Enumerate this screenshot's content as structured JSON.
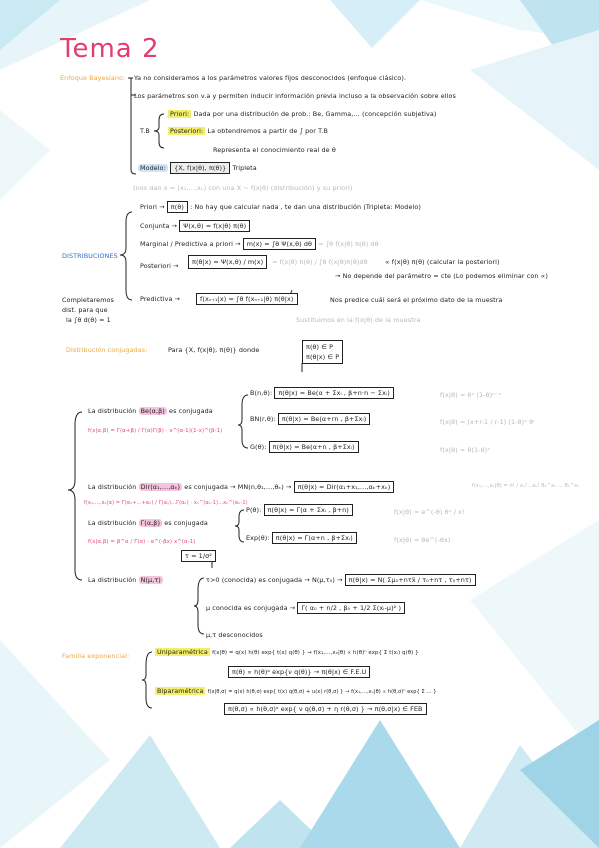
{
  "title": "Tema 2",
  "sec1": {
    "label": "Enfoque Bayesiano:",
    "line1": "Ya no consideramos a los parámetros valores fijos desconocidos (enfoque clásico).",
    "line2": "Los parámetros son v.a y permiten inducir información previa incluso a la observación sobre ellos",
    "tb": "T.B",
    "priori_label": "Priori:",
    "priori_text": "Dada por una distribución de prob.: Be, Gamma,...  (concepción subjetiva)",
    "post_label": "Posteriori:",
    "post_text": "La obtendremos a partir de ∫ por T.B",
    "represent": "Representa el conocimiento real de θ",
    "modelo_label": "Modelo:",
    "modelo_box": "{X, f(x|θ), π(θ)}",
    "modelo_tail": "Tripleta",
    "gray_line": "(nos dan  x = (x₁,...,xₙ)  con una  X ~ f(x|θ) (distribución) y su priori)"
  },
  "dist": {
    "label": "DISTRIBUCIONES",
    "priori": "Priori →",
    "priori_box": "π(θ)",
    "priori_text": ": No hay que calcular nada , te dan una distribución (Tripleta: Modelo)",
    "conjunta": "Conjunta →",
    "conjunta_box": "Ψ(x,θ) = f(x|θ) π(θ)",
    "marginal": "Marginal / Predictiva a priori →",
    "marginal_box": "m(x) = ∫θ Ψ(x,θ) dθ",
    "marginal_gray": "= ∫θ f(x|θ) π(θ) dθ",
    "post": "Posteriori →",
    "post_box": "π(θ|x) = Ψ(x,θ) / m(x)",
    "post_gray": "= f(x|θ) π(θ) / ∫θ f(x|θ)π(θ)dθ",
    "post_note1": "∝ f(x|θ) π(θ)  (calcular la posteriori)",
    "post_note2": "→ No depende del parámetro = cte (Lo podemos eliminar con ∝)",
    "pred": "Predictiva →",
    "pred_box": "f(xₙ₊₁|x) = ∫θ f(xₙ₊₁|θ) π(θ|x)",
    "pred_text": "Nos predice cuál será el próximo dato de la muestra",
    "pred_gray": "Sustituimos en la f(x|θ) de la muestra",
    "left_note1": "Completaremos",
    "left_note2": "dist. para que",
    "left_note3": "la ∫θ d(θ) = 1"
  },
  "conj": {
    "label": "Distribución conjugadas:",
    "text": "Para {X, f(x|θ), π(θ)} donde",
    "stack1": "π(θ) ∈ P",
    "stack2": "π(θ|x) ∈ P",
    "beta_pre": "La distribución",
    "beta_name": "Be(α,β)",
    "beta_post": "es conjugada",
    "beta_formula": "f(x|α,β) = Γ(α+β) / Γ(α)Γ(β) · x^(α-1)(1-x)^(β-1)",
    "b1_lab": "B(n,θ):",
    "b1_box": "π(θ|x) = Be(α + Σxᵢ , β+n·n − Σxᵢ)",
    "b1_gray": "f(x|θ) = θˣ (1-θ)ⁿ⁻ˣ",
    "b2_lab": "BN(r,θ):",
    "b2_box": "π(θ|x) = Be(α+rn , β+Σxᵢ)",
    "b2_gray": "f(x|θ) = (x+r-1 / r-1) (1-θ)ˣ θʳ",
    "b3_lab": "G(θ):",
    "b3_box": "π(θ|x) = Be(α+n , β+Σxᵢ)",
    "b3_gray": "f(x|θ) = θ(1-θ)ˣ",
    "dir_pre": "La distribución",
    "dir_name": "Dir(α₁,...,αₖ)",
    "dir_post": "es conjugada →",
    "dir_mid": "MN(n,θ₁,...,θₖ)",
    "dir_box": "π(θ|x) = Dir(α₁+x₁,...,αₖ+xₖ)",
    "dir_gray": "f(x₁,...,xₖ|θ) = n! / x₁!...xₖ! θ₁^x₁ ... θₖ^xₖ",
    "dir_formula": "f(x₁,...,xₖ|α) = Γ(α₁+...+αₖ) / Γ(α₁)...Γ(αₖ) · x₁^(α₁-1)...xₖ^(αₖ-1)",
    "gam_pre": "La distribución",
    "gam_name": "Γ(α,β)",
    "gam_post": "es conjugada",
    "gam_formula": "f(x|α,β) = β^α / Γ(α) · e^(-βx) x^(α-1)",
    "g1_lab": "P(θ):",
    "g1_box": "π(θ|x) = Γ(α + Σxᵢ , β+n)",
    "g1_gray": "f(x|θ) = e^(-θ) θˣ / x!",
    "g2_lab": "Exp(θ):",
    "g2_box": "π(θ|x) = Γ(α+n , β+Σxᵢ)",
    "g2_gray": "f(x|θ) = θe^(-θx)",
    "tau_box": "τ = 1/σ²",
    "norm_pre": "La distribución",
    "norm_name": "N(μ,τ)",
    "norm1": "τ>0 (conocida) es conjugada →",
    "norm1_mid": "N(μ,τ₀)",
    "norm1_box": "π(θ|x) = N( Σμ₀+nτx̄ / τ₀+nτ , τ₀+nτ)",
    "norm2": "μ conocida es conjugada →",
    "norm2_box": "Γ( α₀ + n/2 , β₀ + 1/2 Σ(xᵢ-μ)² )",
    "norm3": "μ,τ desconocidos"
  },
  "fam": {
    "label": "Familia exponencial:",
    "uni": "Uniparamétrica",
    "uni_f1": "f(x|θ) = q(x) h(θ) exp{ t(x) q(θ) } → f(x₁,...,xₙ|θ) ∝ h(θ)ⁿ exp{ Σ t(xᵢ) q(θ) }",
    "uni_box": "π(θ) ∝ h(θ)ᵃ exp{ν q(θ)} → π(θ|x) ∈ F.E.U",
    "bi": "Biparamétrica",
    "bi_f1": "f(x|θ,σ) = q(x) h(θ,σ) exp{ t(x) q(θ,σ) + u(x) r(θ,σ) } → f(x₁,...,xₙ|θ) ∝ h(θ,σ)ⁿ exp{ Σ ... }",
    "bi_box": "π(θ,σ) ∝ h(θ,σ)ᵃ exp{ ν q(θ,σ) + η r(θ,σ) } → π(θ,σ|x) ∈ FEB"
  }
}
